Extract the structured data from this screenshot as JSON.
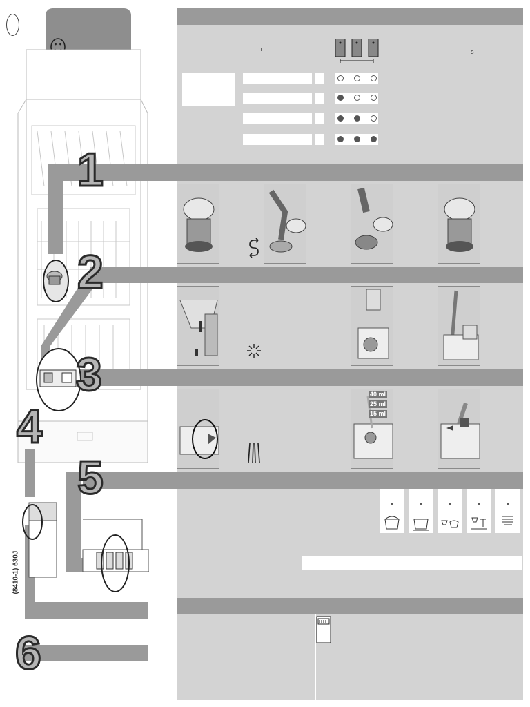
{
  "steps": {
    "s1": "1",
    "s2": "2",
    "s3": "3",
    "s4": "4",
    "s5": "5",
    "s6": "6"
  },
  "doc_code": "(8410-1)  630J",
  "rinse_measure": {
    "m40": "40 ml",
    "m25": "25 ml",
    "m15": "15 ml"
  },
  "icons": {
    "smiley": "smiley-icon",
    "salt": "salt-symbol-icon",
    "rinse_aid": "rinse-aid-symbol-icon",
    "detergent": "detergent-symbol-icon"
  },
  "hardness_table": {
    "rows": [
      {
        "dots": [
          false,
          false,
          false
        ]
      },
      {
        "dots": [
          true,
          false,
          false
        ]
      },
      {
        "dots": [
          true,
          true,
          false
        ]
      },
      {
        "dots": [
          true,
          true,
          true
        ]
      }
    ]
  },
  "colors": {
    "panel": "#d3d3d3",
    "band": "#9a9a9a",
    "number_fill": "#b5b5b5"
  }
}
